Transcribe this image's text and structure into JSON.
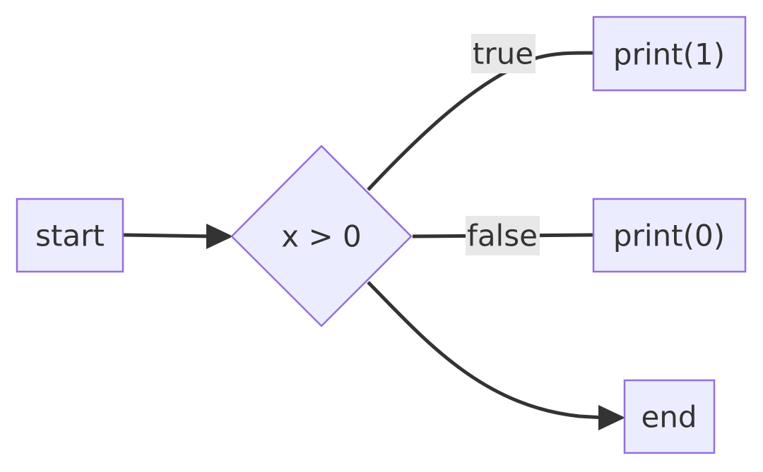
{
  "diagram": {
    "type": "flowchart",
    "nodes": {
      "start": {
        "label": "start",
        "shape": "rect"
      },
      "decision": {
        "label": "x > 0",
        "shape": "diamond"
      },
      "print1": {
        "label": "print(1)",
        "shape": "rect"
      },
      "print0": {
        "label": "print(0)",
        "shape": "rect"
      },
      "end": {
        "label": "end",
        "shape": "rect"
      }
    },
    "edges": {
      "start_to_decision": {
        "from": "start",
        "to": "decision",
        "label": "",
        "arrow": true
      },
      "decision_to_print1": {
        "from": "decision",
        "to": "print1",
        "label": "true",
        "arrow": false
      },
      "decision_to_print0": {
        "from": "decision",
        "to": "print0",
        "label": "false",
        "arrow": false
      },
      "decision_to_end": {
        "from": "decision",
        "to": "end",
        "label": "",
        "arrow": true
      }
    },
    "colors": {
      "node_fill": "#ececff",
      "node_stroke": "#9370db",
      "edge": "#333333",
      "label_bg": "#e8e8e8",
      "text": "#333333"
    }
  }
}
